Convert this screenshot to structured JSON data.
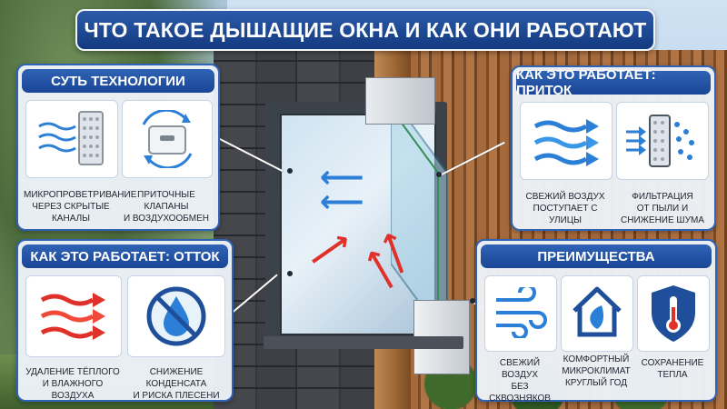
{
  "title": "ЧТО ТАКОЕ ДЫШАЩИЕ ОКНА И КАК ОНИ РАБОТАЮТ",
  "panels": {
    "technology": {
      "header": "СУТЬ ТЕХНОЛОГИИ",
      "cards": [
        {
          "caption": "МИКРОПРОВЕТРИВАНИЕ\nЧЕРЕЗ СКРЫТЫЕ КАНАЛЫ",
          "icon": "airflow-filter-icon"
        },
        {
          "caption": "ПРИТОЧНЫЕ КЛАПАНЫ\nИ ВОЗДУХООБМЕН",
          "icon": "valve-icon"
        }
      ]
    },
    "inflow": {
      "header": "КАК ЭТО РАБОТАЕТ: ПРИТОК",
      "cards": [
        {
          "caption": "СВЕЖИЙ ВОЗДУХ\nПОСТУПАЕТ С УЛИЦЫ",
          "icon": "fresh-air-arrows-icon"
        },
        {
          "caption": "ФИЛЬТРАЦИЯ\nОТ ПЫЛИ И СНИЖЕНИЕ ШУМА",
          "icon": "filter-icon"
        }
      ]
    },
    "outflow": {
      "header": "КАК ЭТО РАБОТАЕТ: ОТТОК",
      "cards": [
        {
          "caption": "УДАЛЕНИЕ ТЁПЛОГО\nИ ВЛАЖНОГО ВОЗДУХА",
          "icon": "warm-air-arrows-icon"
        },
        {
          "caption": "СНИЖЕНИЕ КОНДЕНСАТА\nИ РИСКА ПЛЕСЕНИ",
          "icon": "no-condensation-icon"
        }
      ]
    },
    "benefits": {
      "header": "ПРЕИМУЩЕСТВА",
      "cards": [
        {
          "caption": "СВЕЖИЙ ВОЗДУХ\nБЕЗ СКВОЗНЯКОВ",
          "icon": "wind-icon"
        },
        {
          "caption": "КОМФОРТНЫЙ\nМИКРОКЛИМАТ\nКРУГЛЫЙ ГОД",
          "icon": "house-leaf-icon"
        },
        {
          "caption": "СОХРАНЕНИЕ\nТЕПЛА",
          "icon": "thermometer-shield-icon"
        }
      ]
    }
  },
  "colors": {
    "accent": "#1a4596",
    "cold_air": "#2b7fd6",
    "warm_air": "#e0302a"
  }
}
